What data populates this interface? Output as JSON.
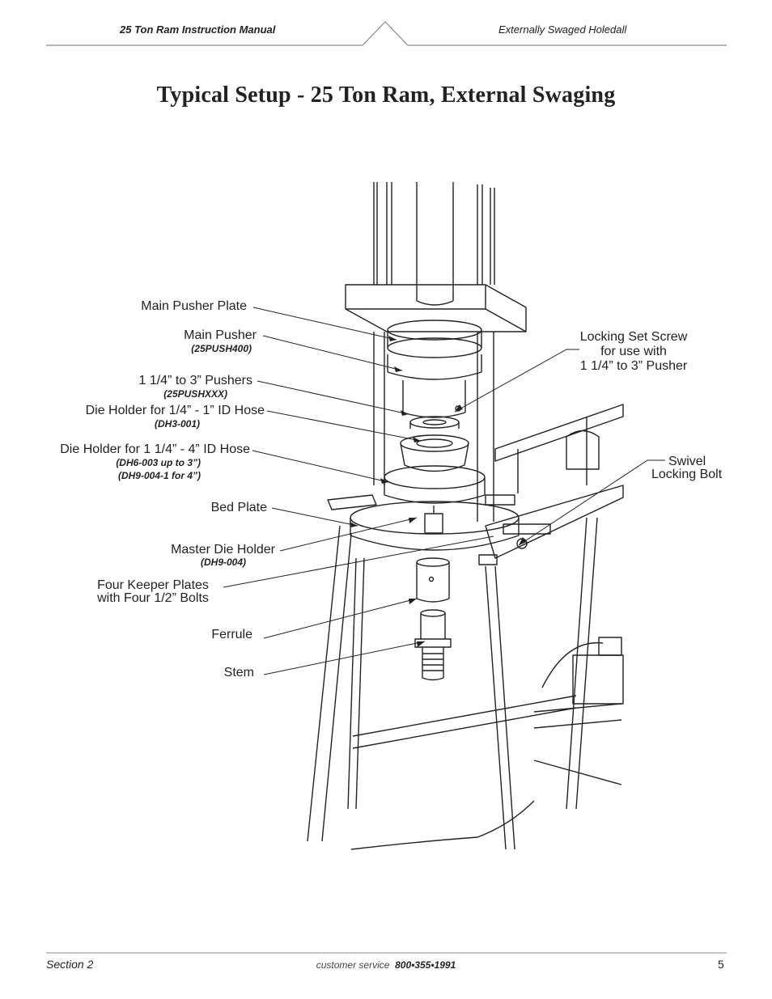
{
  "header": {
    "left": "25 Ton Ram Instruction Manual",
    "right": "Externally Swaged Holedall"
  },
  "title": "Typical Setup - 25 Ton Ram, External Swaging",
  "labels": {
    "main_pusher_plate": "Main Pusher Plate",
    "main_pusher": "Main Pusher",
    "main_pusher_part": "(25PUSH400)",
    "pushers": "1 1/4” to 3” Pushers",
    "pushers_part": "(25PUSHXXX)",
    "die_holder_small": "Die Holder for 1/4” - 1” ID Hose",
    "die_holder_small_part": "(DH3-001)",
    "die_holder_large": "Die Holder for 1 1/4” - 4” ID Hose",
    "die_holder_large_part1": "(DH6-003 up to 3”)",
    "die_holder_large_part2": "(DH9-004-1 for 4”)",
    "bed_plate": "Bed Plate",
    "master_die_holder": "Master Die Holder",
    "master_die_holder_part": "(DH9-004)",
    "keeper_plates_line1": "Four Keeper Plates",
    "keeper_plates_line2": "with Four 1/2” Bolts",
    "ferrule": "Ferrule",
    "stem": "Stem",
    "locking_set_screw_line1": "Locking Set Screw",
    "locking_set_screw_line2": "for use with",
    "locking_set_screw_line3": "1 1/4” to 3” Pusher",
    "swivel_line1": "Swivel",
    "swivel_line2": "Locking Bolt"
  },
  "footer": {
    "section": "Section 2",
    "service_label": "customer service",
    "phone": "800•355•1991",
    "page": "5"
  }
}
